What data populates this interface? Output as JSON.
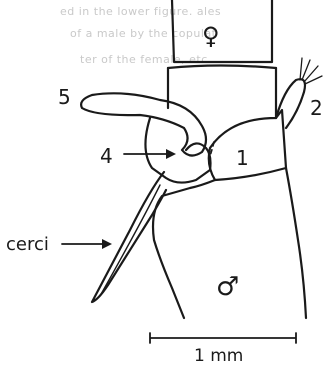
{
  "labels": {
    "female_symbol": "♀",
    "male_symbol": "♂",
    "num_5": "5",
    "num_4": "4",
    "num_1": "1",
    "num_2": "2",
    "cerci": "cerci",
    "scale": "1 mm"
  },
  "show_through_text": [
    "ed in the lower figure. ales",
    "of a male by the copulat",
    "ter of the female, etc."
  ],
  "colors": {
    "ink": "#1a1a1a",
    "show_through": "#c9c9c9",
    "paper": "#ffffff"
  }
}
